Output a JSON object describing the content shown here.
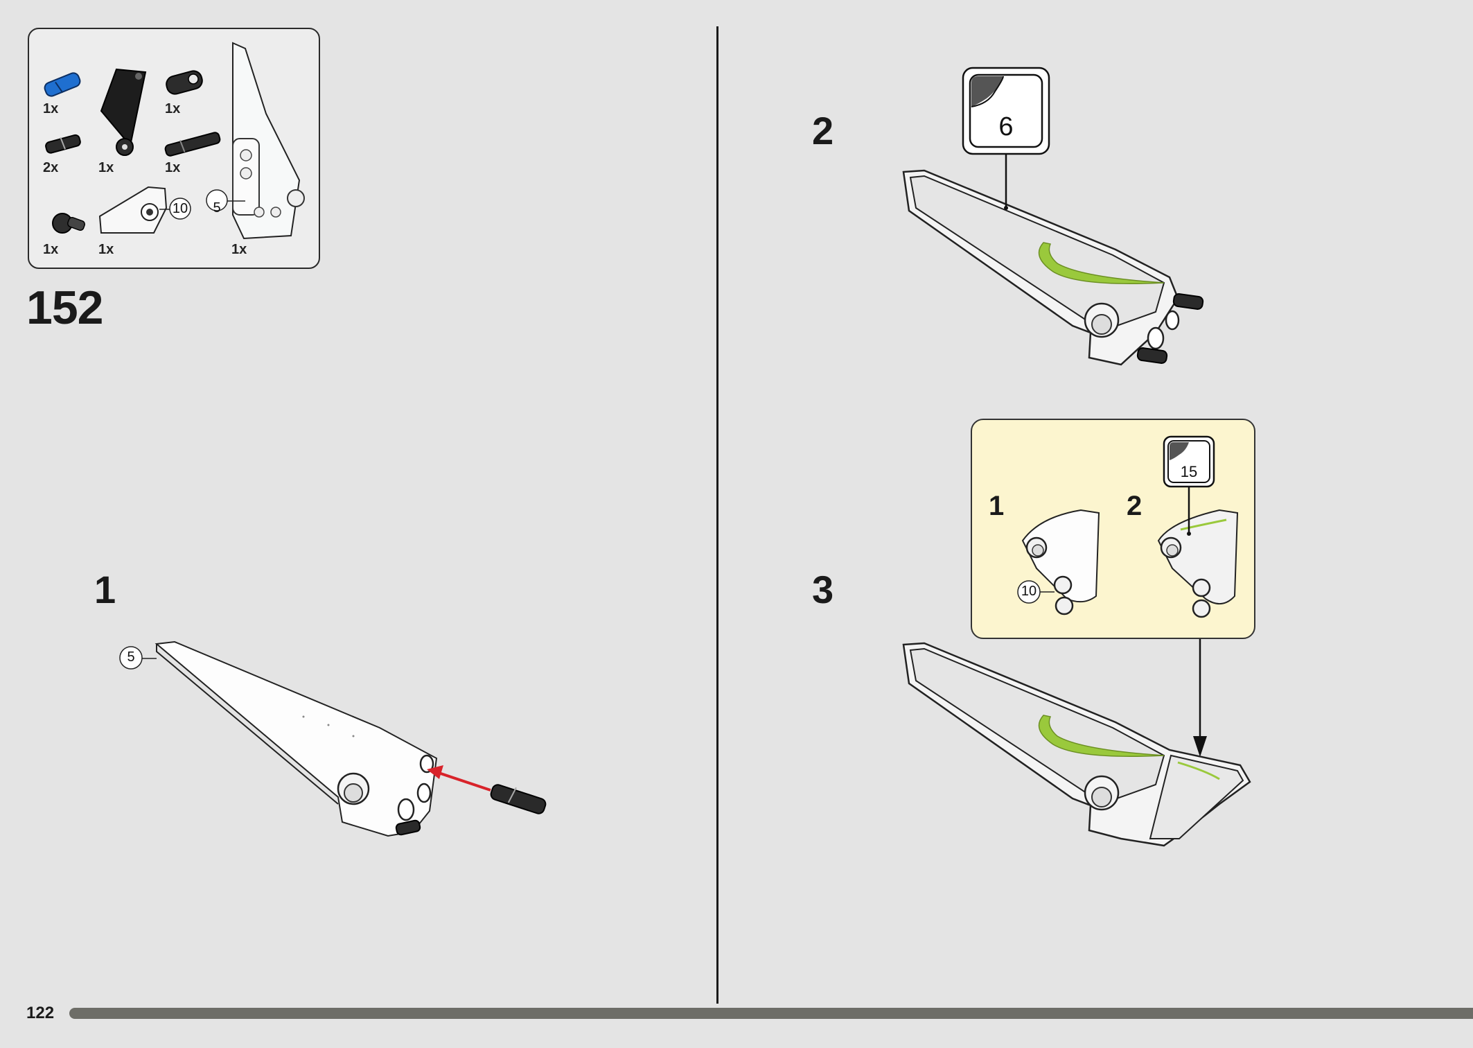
{
  "parts_list": {
    "items": [
      {
        "qty": "1x",
        "icon": "blue-axle-pin-icon"
      },
      {
        "qty": "1x",
        "icon": "black-triangle-panel-icon"
      },
      {
        "qty": "1x",
        "icon": "black-connector-icon"
      },
      {
        "qty": "2x",
        "icon": "black-short-pin-icon"
      },
      {
        "qty": "1x",
        "icon": "black-long-axle-pin-icon"
      },
      {
        "qty": "1x",
        "icon": "black-pin-connector-icon"
      },
      {
        "qty": "1x",
        "icon": "white-panel-icon"
      },
      {
        "qty": "1x",
        "icon": "white-wing-panel-icon"
      }
    ],
    "callouts": {
      "small_panel": "10",
      "wing_panel": "5"
    }
  },
  "step_number": "152",
  "substeps": {
    "one": {
      "number": "1",
      "part_callout": "5"
    },
    "two": {
      "number": "2",
      "sticker": "6"
    },
    "three": {
      "number": "3",
      "subassembly": {
        "step_one": "1",
        "step_two": "2",
        "part_callout": "10",
        "sticker": "15"
      }
    }
  },
  "footer": {
    "page_number": "122"
  },
  "colors": {
    "background": "#e4e4e4",
    "callout_fill": "#fcf5cf",
    "arrow_red": "#d8232a",
    "accent_green": "#9ac93c",
    "part_blue": "#1f6fd0"
  }
}
